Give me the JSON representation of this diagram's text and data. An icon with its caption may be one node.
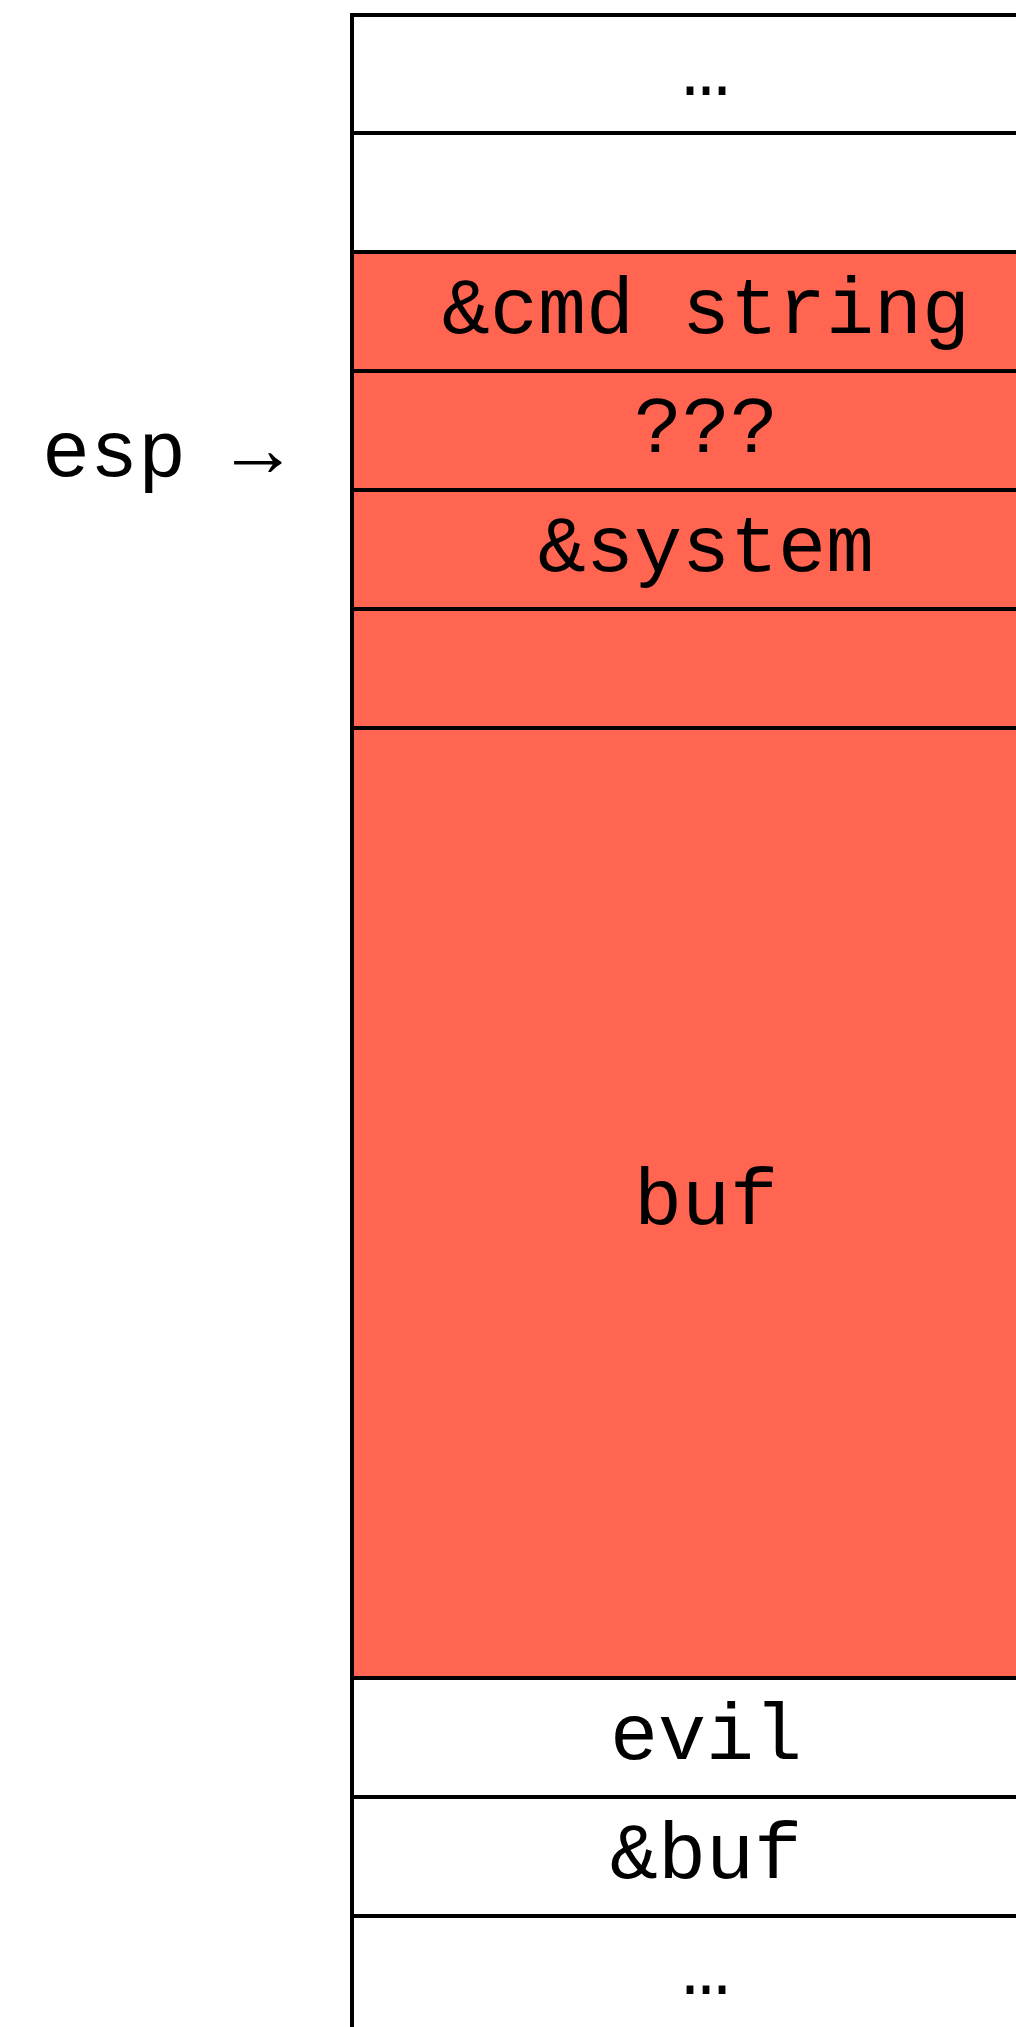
{
  "diagram": {
    "nodes": [
      {
        "text": [
          "…"
        ]
      },
      {
        "text": [],
        "shape": "box"
      },
      {
        "text": [
          "&cmd string"
        ]
      },
      {
        "text": [
          "???"
        ]
      },
      {
        "text": [
          "&system"
        ]
      },
      {
        "text": [],
        "shape": "box"
      },
      {
        "text": [
          "buf"
        ]
      },
      {
        "text": [
          "evil"
        ]
      },
      {
        "text": [
          "&buf"
        ]
      },
      {
        "text": [
          "…"
        ]
      }
    ],
    "labels": [
      "esp →"
    ]
  }
}
